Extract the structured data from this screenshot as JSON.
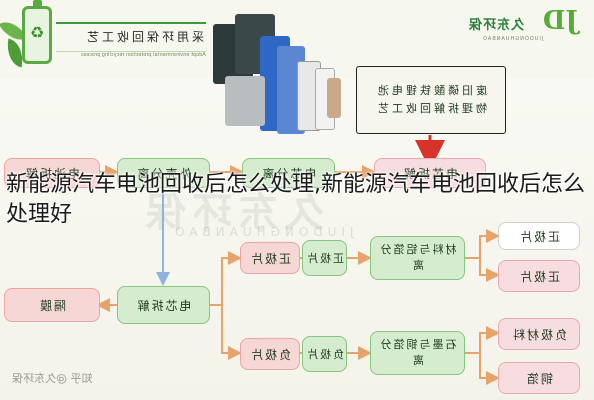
{
  "caption": "新能源汽车电池回收后怎么处理,新能源汽车电池回收后怎么处理好",
  "header": {
    "tagline": "采用环保回收工艺",
    "tagline_en": "Adopt environmental protection recycling process",
    "logo_mark": "JD",
    "logo_name": "久东环保",
    "logo_pinyin": "JIUDONGHUANBAO"
  },
  "flow": {
    "title_line1": "废旧磷酸铁锂电池",
    "title_line2": "物理拆解回收工艺",
    "top_left": "电池拆解",
    "top_mid": "外壳分离",
    "top_right2": "电芯分离",
    "top_right": "电芯拆解",
    "membrane": "隔膜",
    "cell_disassembly": "电芯拆解",
    "positive_plate_a": "正极片",
    "positive_plate_b": "正极片",
    "positive_sep": "材料与铝箔分离",
    "pos_out1": "正极片",
    "pos_out2": "正极片",
    "negative_plate_a": "负极片",
    "negative_plate_b": "负极片",
    "negative_sep": "石墨与铜箔分离",
    "neg_out1": "负极材料",
    "neg_out2": "铜箔"
  },
  "watermark": "久东环保",
  "watermark_pinyin": "JIUDONGHUANBAO",
  "source": "知乎 @久东环保",
  "colors": {
    "green_box": "#d6ecce",
    "pink_box": "#f7d7d5",
    "line_orange": "#e7a46a",
    "line_blue": "#8fb3df",
    "arrow_red": "#d8332b"
  }
}
